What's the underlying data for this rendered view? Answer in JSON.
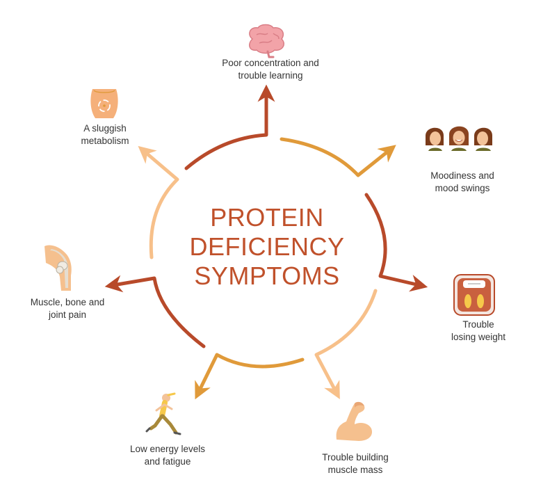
{
  "title": [
    "PROTEIN",
    "DEFICIENCY",
    "SYMPTOMS"
  ],
  "colors": {
    "title": "#c0512b",
    "rust": "#b84a2a",
    "amber": "#e09a3a",
    "peach": "#f7c08a",
    "label": "#333333"
  },
  "symptoms": [
    {
      "icon": "brain-icon",
      "lines": [
        "Poor concentration and",
        "trouble learning"
      ]
    },
    {
      "icon": "faces-icon",
      "lines": [
        "Moodiness and",
        "mood swings"
      ]
    },
    {
      "icon": "scale-icon",
      "lines": [
        "Trouble",
        "losing weight"
      ]
    },
    {
      "icon": "flexed-arm-icon",
      "lines": [
        "Trouble building",
        "muscle mass"
      ]
    },
    {
      "icon": "runner-icon",
      "lines": [
        "Low energy levels",
        "and fatigue"
      ]
    },
    {
      "icon": "knee-joint-icon",
      "lines": [
        "Muscle, bone and",
        "joint pain"
      ]
    },
    {
      "icon": "stomach-icon",
      "lines": [
        "A sluggish",
        "metabolism"
      ]
    }
  ]
}
